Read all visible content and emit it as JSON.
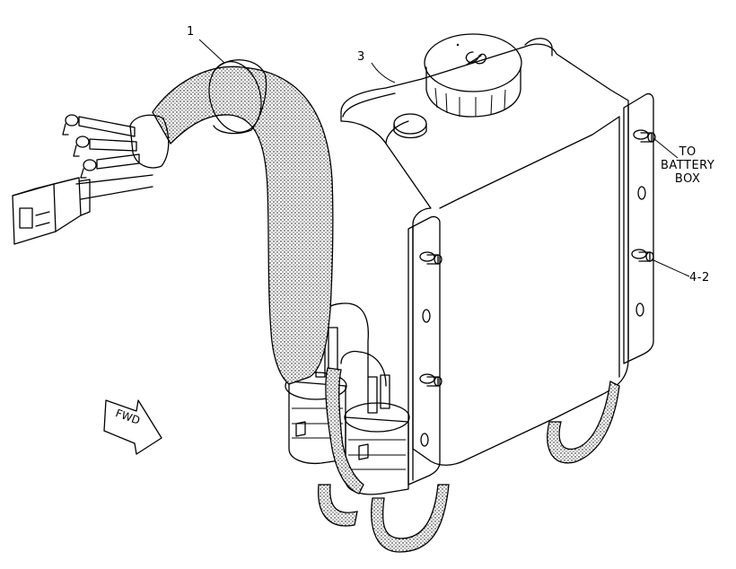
{
  "callouts": [
    {
      "id": "1",
      "text": "1"
    },
    {
      "id": "3",
      "text": "3"
    },
    {
      "id": "battery",
      "text": "TO\nBATTERY\nBOX"
    },
    {
      "id": "4-2",
      "text": "4-2"
    }
  ],
  "fwd_label": "FWD",
  "colors": {
    "line": "#000000",
    "background": "#ffffff",
    "stipple": "#000000"
  }
}
